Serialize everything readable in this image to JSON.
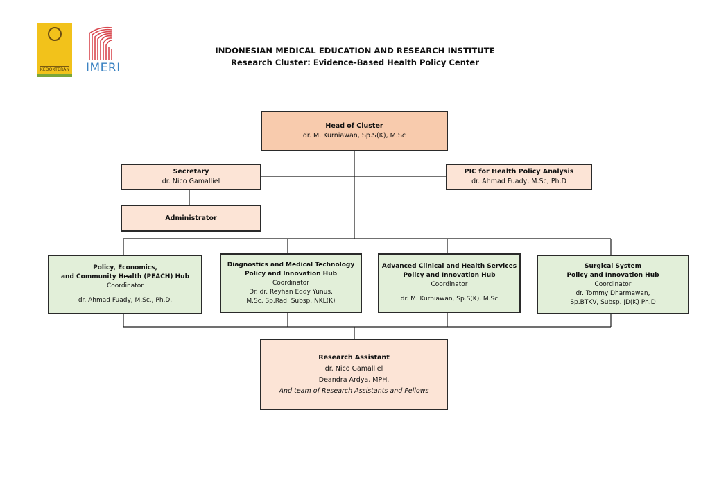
{
  "header": {
    "title": "INDONESIAN MEDICAL EDUCATION AND RESEARCH INSTITUTE",
    "subtitle": "Research Cluster: Evidence-Based Health Policy Center"
  },
  "logos": {
    "faculty_text": "KEDOKTERAN",
    "imeri_text": "IMERI"
  },
  "colors": {
    "head_fill": "#f8cbad",
    "pale_fill": "#fce4d6",
    "hub_fill": "#e2efd9",
    "border": "#2a2a2a"
  },
  "org": {
    "head": {
      "title": "Head of Cluster",
      "name": "dr. M. Kurniawan, Sp.S(K), M.Sc"
    },
    "secretary": {
      "title": "Secretary",
      "name": "dr. Nico Gamalliel"
    },
    "pic": {
      "title": "PIC for Health Policy Analysis",
      "name": "dr. Ahmad Fuady, M.Sc, Ph.D"
    },
    "administrator": {
      "title": "Administrator"
    },
    "hubs": [
      {
        "title1": "Policy, Economics,",
        "title2": "and Community Health (PEACH) Hub",
        "role": "Coordinator",
        "name1": "dr. Ahmad Fuady, M.Sc., Ph.D.",
        "name2": ""
      },
      {
        "title1": "Diagnostics and Medical Technology",
        "title2": "Policy and Innovation Hub",
        "role": "Coordinator",
        "name1": "Dr. dr. Reyhan Eddy Yunus,",
        "name2": "M.Sc, Sp.Rad, Subsp. NKL(K)"
      },
      {
        "title1": "Advanced Clinical and Health Services",
        "title2": "Policy and Innovation Hub",
        "role": "Coordinator",
        "name1": "dr. M. Kurniawan, Sp.S(K), M.Sc",
        "name2": ""
      },
      {
        "title1": "Surgical System",
        "title2": "Policy and Innovation Hub",
        "role": "Coordinator",
        "name1": "dr. Tommy Dharmawan,",
        "name2": "Sp.BTKV, Subsp. JD(K) Ph.D"
      }
    ],
    "research_assistant": {
      "title": "Research Assistant",
      "name1": "dr. Nico Gamalliel",
      "name2": "Deandra Ardya, MPH.",
      "note": "And team of Research Assistants and Fellows"
    }
  }
}
